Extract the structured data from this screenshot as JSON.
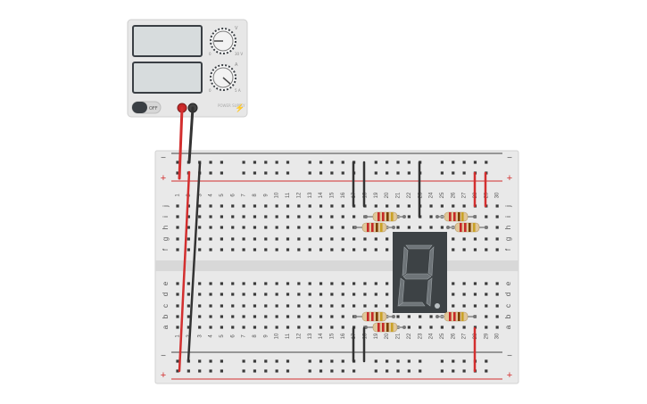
{
  "power_supply": {
    "switch_label": "OFF",
    "brand_label": "POWER SUPPLY",
    "voltage_knob_label": "V",
    "voltage_min": "0",
    "voltage_max": "30 V",
    "current_knob_label": "A",
    "current_min": "0",
    "current_max": "5 A"
  },
  "breadboard": {
    "column_numbers": [
      "1",
      "2",
      "3",
      "4",
      "5",
      "6",
      "7",
      "8",
      "9",
      "10",
      "11",
      "12",
      "13",
      "14",
      "15",
      "16",
      "17",
      "18",
      "19",
      "20",
      "21",
      "22",
      "23",
      "24",
      "25",
      "26",
      "27",
      "28",
      "29",
      "30"
    ],
    "rows_top": [
      "j",
      "i",
      "h",
      "g",
      "f"
    ],
    "rows_bottom": [
      "e",
      "d",
      "c",
      "b",
      "a"
    ],
    "rail_minus": "−",
    "rail_plus": "+"
  },
  "display": {
    "segment_value": "8",
    "shown_digit_segments": "a,b,e,f,g,dp-blank"
  },
  "colors": {
    "red_wire": "#d32f2f",
    "black_wire": "#333333",
    "board": "#e9e9e9",
    "display_body": "#3d4245",
    "display_segment": "#6e7478",
    "resistor_body": "#e0c79a"
  },
  "icons": {
    "lightning": "lightning-icon"
  }
}
